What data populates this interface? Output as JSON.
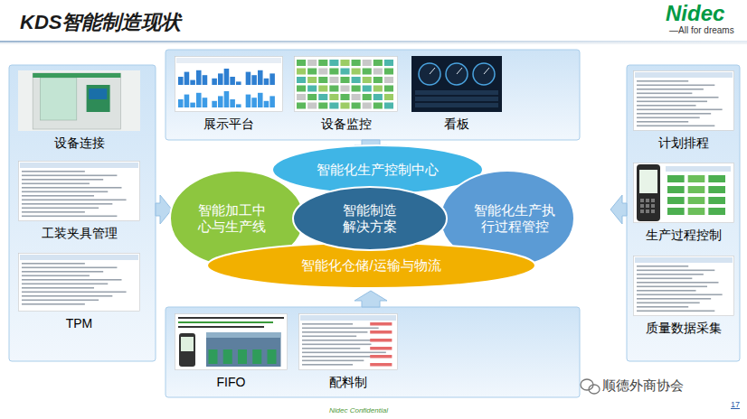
{
  "diagram": {
    "title": "KDS智能制造现状",
    "nodes": [
      {
        "text": [
          "展示平台"
        ]
      },
      {
        "text": [
          "设备监控"
        ]
      },
      {
        "text": [
          "看板"
        ]
      },
      {
        "text": [
          "设备连接"
        ]
      },
      {
        "text": [
          "工装夹具管理"
        ]
      },
      {
        "text": [
          "TPM"
        ]
      },
      {
        "text": [
          "智能化生产控制中心"
        ]
      },
      {
        "text": [
          "智能加工中心与生产线"
        ]
      },
      {
        "text": [
          "智能化生产执行过程管控"
        ]
      },
      {
        "text": [
          "智能化仓储/运输与物流"
        ]
      },
      {
        "text": [
          "智能制造解决方案"
        ]
      },
      {
        "text": [
          "计划排程"
        ]
      },
      {
        "text": [
          "生产过程控制"
        ]
      },
      {
        "text": [
          "质量数据采集"
        ]
      },
      {
        "text": [
          "FIFO"
        ]
      },
      {
        "text": [
          "配料制"
        ]
      }
    ],
    "labels": [
      "Nidec",
      "—All for dreams",
      "Nidec Confidential",
      "17",
      "顺德外商协会"
    ]
  }
}
